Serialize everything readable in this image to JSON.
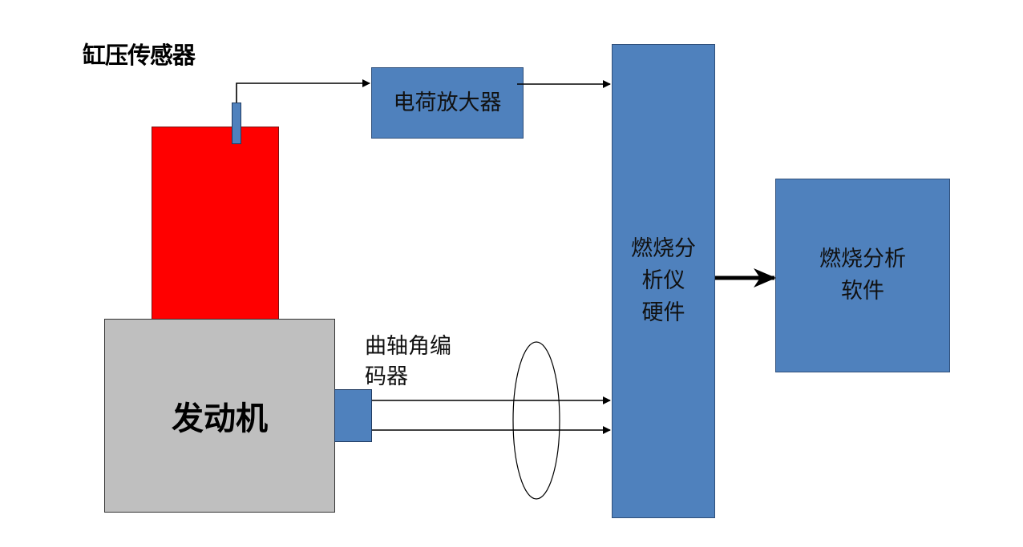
{
  "diagram": {
    "title": "缸压传感器",
    "nodes": {
      "engine": "发动机",
      "charge_amplifier": "电荷放大器",
      "encoder_label_line1": "曲轴角编",
      "encoder_label_line2": "码器",
      "hardware_line1": "燃烧分",
      "hardware_line2": "析仪",
      "hardware_line3": "硬件",
      "software_line1": "燃烧分析",
      "software_line2": "软件"
    },
    "colors": {
      "box_blue": "#4f81bd",
      "cylinder_red": "#ff0000",
      "engine_gray": "#bfbfbf"
    },
    "edges": [
      {
        "from": "pressure-sensor",
        "to": "charge-amplifier"
      },
      {
        "from": "charge-amplifier",
        "to": "combustion-analyzer-hardware"
      },
      {
        "from": "crank-angle-encoder",
        "to": "combustion-analyzer-hardware",
        "count": 2
      },
      {
        "from": "combustion-analyzer-hardware",
        "to": "combustion-analysis-software",
        "style": "thick"
      }
    ]
  }
}
